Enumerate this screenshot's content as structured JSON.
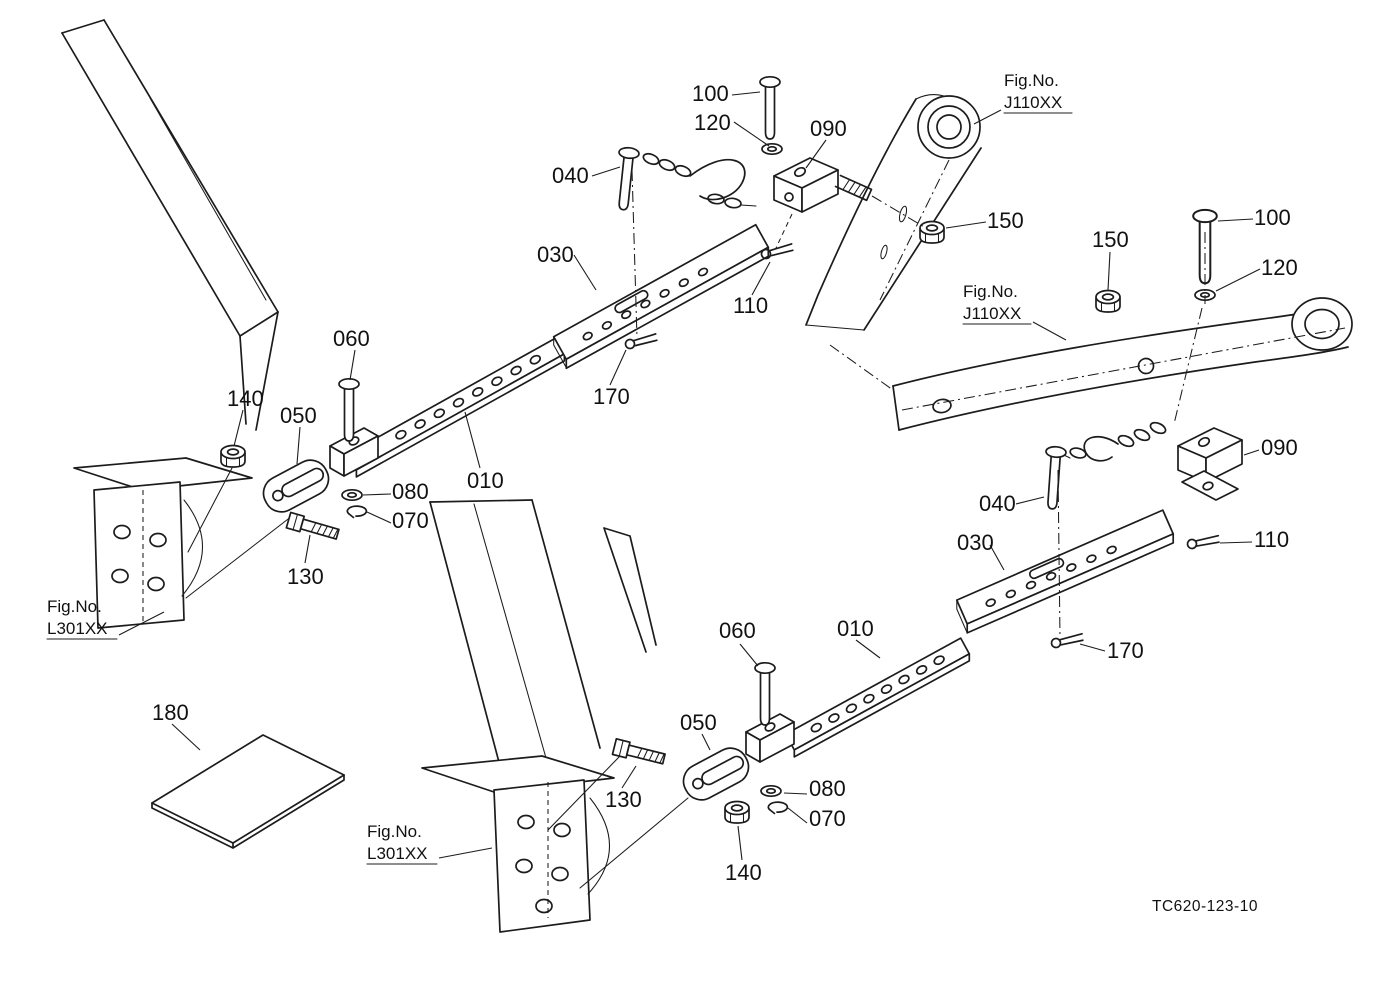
{
  "page": {
    "background": "#ffffff",
    "line_color": "#1c1c1c"
  },
  "drawing_number": "TC620-123-10",
  "callouts": {
    "c100a": "100",
    "c120a": "120",
    "c090a": "090",
    "c040a": "040",
    "c030a": "030",
    "c150a": "150",
    "c110a": "110",
    "c150b": "150",
    "c100b": "100",
    "c120b": "120",
    "c060a": "060",
    "c140a": "140",
    "c050a": "050",
    "c080a": "080",
    "c070a": "070",
    "c010a": "010",
    "c130a": "130",
    "c170a": "170",
    "c090b": "090",
    "c040b": "040",
    "c030b": "030",
    "c110b": "110",
    "c010b": "010",
    "c060b": "060",
    "c170b": "170",
    "c050b": "050",
    "c130b": "130",
    "c080b": "080",
    "c070b": "070",
    "c140b": "140",
    "c180": "180"
  },
  "fig_refs": {
    "top_right": {
      "line1": "Fig.No.",
      "line2": "J110XX"
    },
    "mid_right": {
      "line1": "Fig.No.",
      "line2": "J110XX"
    },
    "left": {
      "line1": "Fig.No.",
      "line2": "L301XX"
    },
    "bottom": {
      "line1": "Fig.No.",
      "line2": "L301XX"
    }
  }
}
